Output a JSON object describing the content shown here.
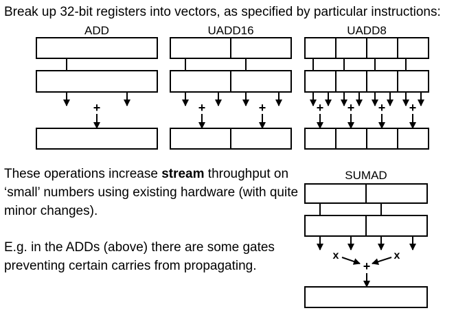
{
  "heading": "Break up 32-bit registers into vectors, as specified by particular instructions:",
  "paragraph1": {
    "before": "These operations increase ",
    "bold": "stream",
    "after": " throughput on ‘small’ numbers using existing hardware (with quite minor changes)."
  },
  "paragraph2": "E.g. in the ADDs (above) there are some gates preventing certain carries from propagating.",
  "diagrams": {
    "add": {
      "label": "ADD",
      "op": "+"
    },
    "uadd16": {
      "label": "UADD16",
      "op": "+"
    },
    "uadd8": {
      "label": "UADD8",
      "op": "+"
    },
    "sumad": {
      "label": "SUMAD",
      "mul": "x",
      "op": "+"
    }
  }
}
